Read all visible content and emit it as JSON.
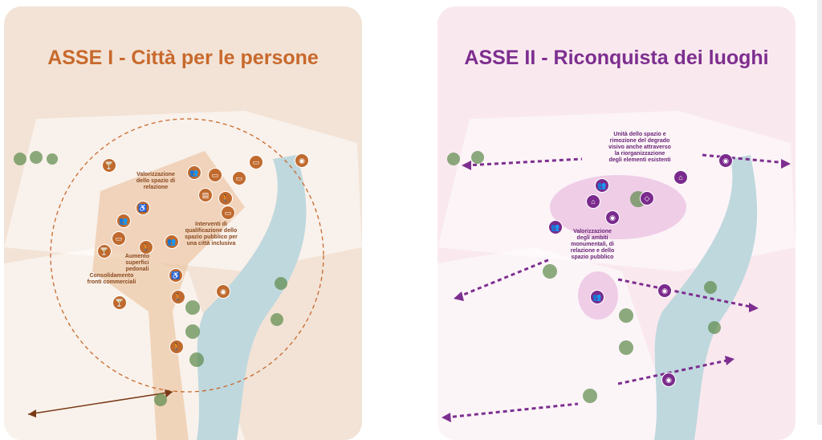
{
  "panels": [
    {
      "title": "ASSE I - Città per le persone",
      "accent": "#c8692c",
      "labels": [
        "Valorizzazione dello spazio di relazione",
        "Interventi di qualificazione dello spazio pubblico per una città inclusiva",
        "Aumento superfici pedonali",
        "Consolidamento fronti commerciali"
      ],
      "icons": [
        "wine-glass",
        "group",
        "shopping-bag",
        "shopping-bag",
        "shopping-bag",
        "shop",
        "pedestrian",
        "shopping-bag",
        "accessibility",
        "group",
        "shopping-bag",
        "group",
        "pedestrian",
        "wine-glass",
        "accessibility",
        "eye",
        "eye",
        "wine-glass",
        "pedestrian",
        "pedestrian"
      ]
    },
    {
      "title": "ASSE II - Riconquista dei luoghi",
      "accent": "#7d2e8f",
      "labels": [
        "Unità dello spazio e rimozione del degrado visivo anche attraverso la riorganizzazione degli elementi esistenti",
        "Valorizzazione degli ambiti monumentali, di relazione e dello spazio pubblico"
      ],
      "icons": [
        "group",
        "monument",
        "monument",
        "eye",
        "diamond",
        "group",
        "group",
        "eye",
        "eye",
        "eye"
      ]
    }
  ]
}
